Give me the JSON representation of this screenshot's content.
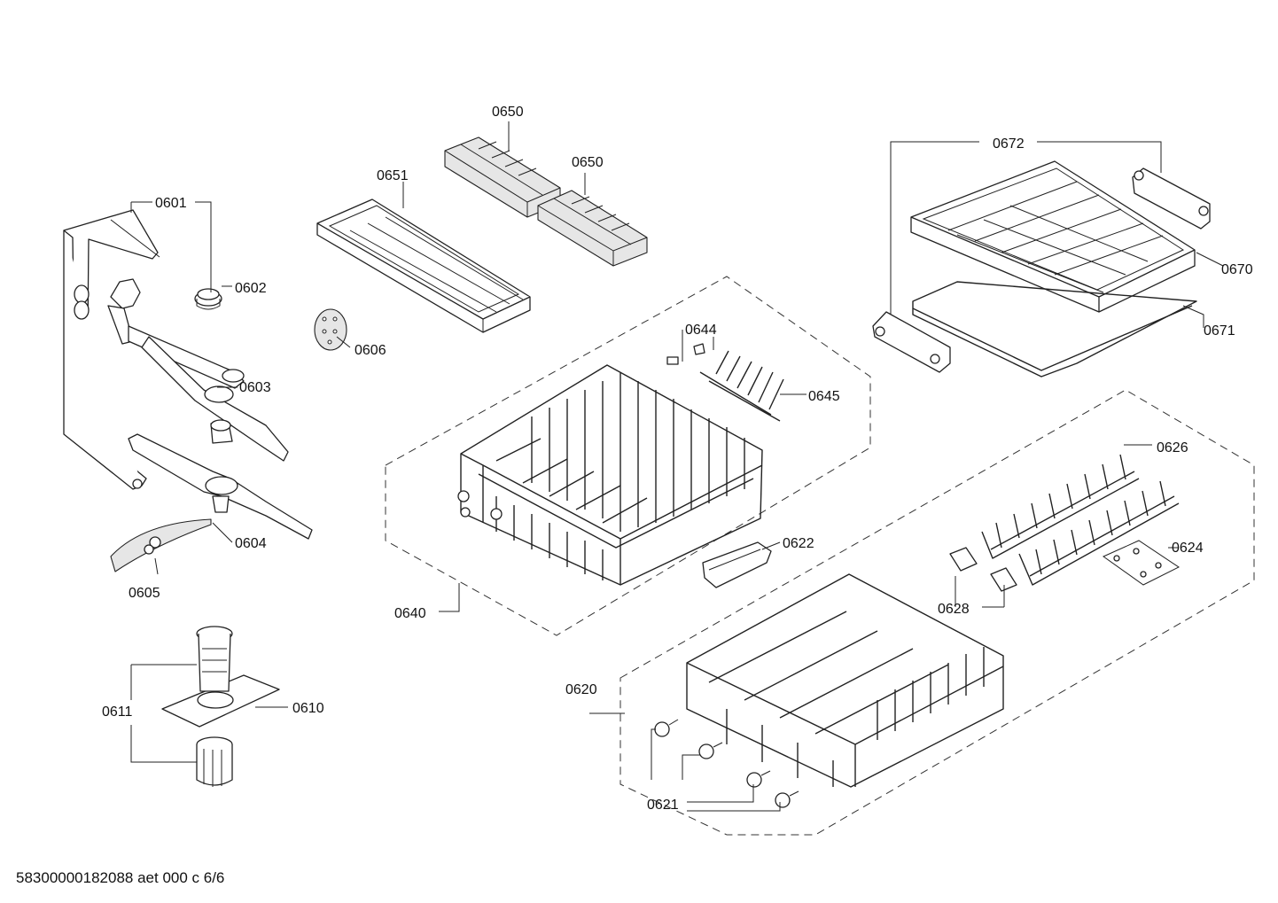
{
  "labels": {
    "p0601": "0601",
    "p0602": "0602",
    "p0603": "0603",
    "p0604": "0604",
    "p0605": "0605",
    "p0606": "0606",
    "p0610": "0610",
    "p0611": "0611",
    "p0620": "0620",
    "p0621": "0621",
    "p0622": "0622",
    "p0624": "0624",
    "p0626": "0626",
    "p0628": "0628",
    "p0640": "0640",
    "p0644": "0644",
    "p0645": "0645",
    "p0650a": "0650",
    "p0650b": "0650",
    "p0651": "0651",
    "p0670": "0670",
    "p0671": "0671",
    "p0672": "0672"
  },
  "footer": "58300000182088 aet 000 c 6/6"
}
